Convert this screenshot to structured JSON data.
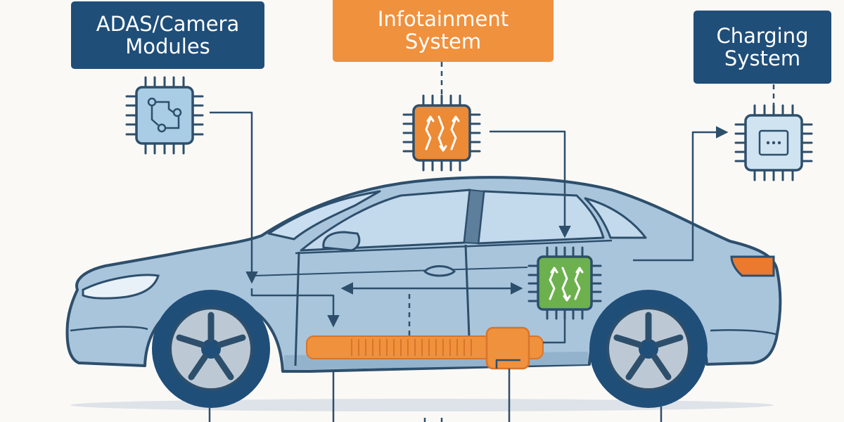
{
  "labels": {
    "adas": {
      "line1": "ADAS/Camera",
      "line2": "Modules"
    },
    "infotainment": {
      "line1": "Infotainment",
      "line2": "System"
    },
    "charging": {
      "line1": "Charging",
      "line2": "System"
    }
  },
  "modules": [
    {
      "id": "adas-chip",
      "icon": "circuit-icon",
      "color": "#a9cde4"
    },
    {
      "id": "infotainment-chip",
      "icon": "data-exchange-icon",
      "color": "#ec8a35"
    },
    {
      "id": "charging-chip",
      "icon": "terminal-icon",
      "color": "#cfe3f1"
    },
    {
      "id": "battery-controller-chip",
      "icon": "data-exchange-icon",
      "color": "#6db14e"
    }
  ],
  "colors": {
    "navy": "#1f4e79",
    "orange": "#f0913d",
    "green": "#6db14e",
    "car_body": "#a9c5dc",
    "outline": "#2d4f6c"
  }
}
